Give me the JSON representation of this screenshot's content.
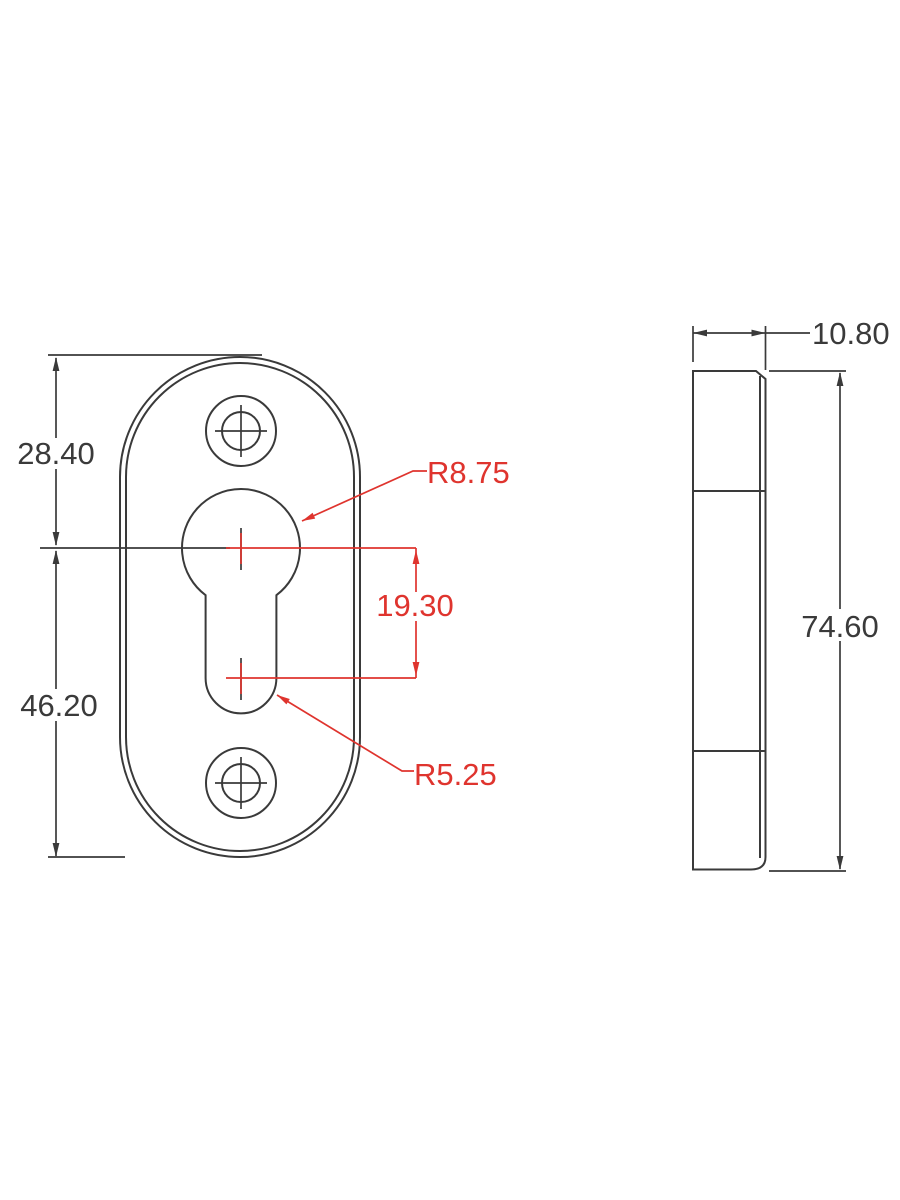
{
  "drawing": {
    "front_view": {
      "top_edge_to_keyhole_center": "28.40",
      "keyhole_center_to_bottom_edge": "46.20",
      "keyhole_top_radius": "R8.75",
      "keyhole_center_distance": "19.30",
      "keyhole_bottom_radius": "R5.25"
    },
    "side_view": {
      "thickness": "10.80",
      "overall_height": "74.60"
    }
  },
  "colors": {
    "linework": "#3a3a3a",
    "dimension_accent": "#df342e",
    "background": "#ffffff"
  }
}
